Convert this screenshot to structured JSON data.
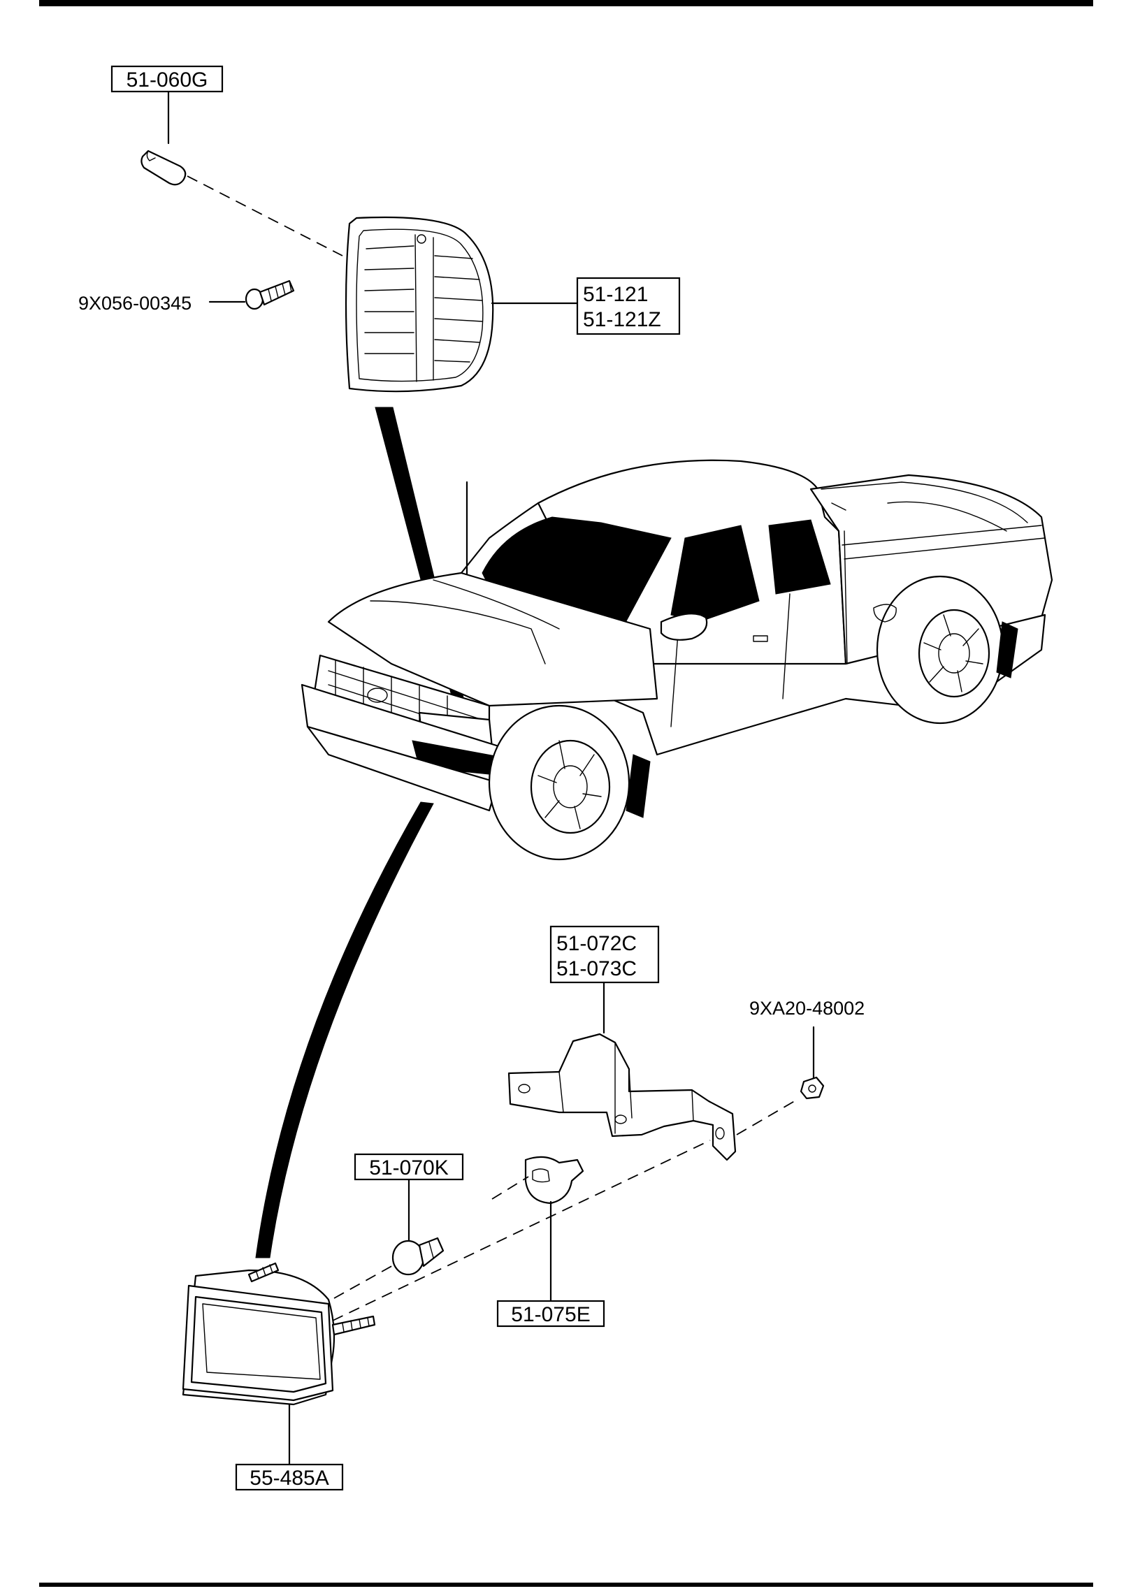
{
  "labels": {
    "bulb_side": "51-060G",
    "screw": "9X056-00345",
    "side_lamp_left": "51-121",
    "side_lamp_right": "51-121Z",
    "bracket_left": "51-072C",
    "bracket_right": "51-073C",
    "nut": "9XA20-48002",
    "fog_bulb": "51-070K",
    "socket": "51-075E",
    "fog_lamp": "55-485A"
  }
}
